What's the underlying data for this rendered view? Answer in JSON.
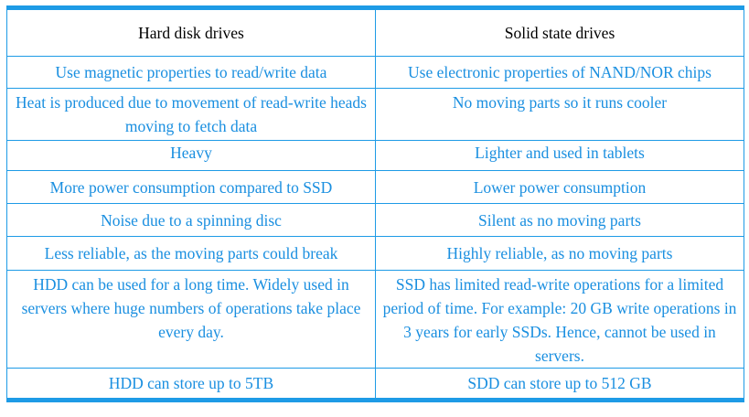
{
  "table": {
    "headers": [
      "Hard disk drives",
      "Solid state drives"
    ],
    "rows": [
      [
        "Use magnetic properties to read/write data",
        "Use electronic properties of NAND/NOR chips"
      ],
      [
        "Heat is produced due to movement of read-write heads moving to fetch data",
        "No moving parts so it runs cooler"
      ],
      [
        "Heavy",
        "Lighter and used in tablets"
      ],
      [
        "More power consumption compared to SSD",
        "Lower power consumption"
      ],
      [
        "Noise due to a spinning disc",
        "Silent as no moving parts"
      ],
      [
        "Less reliable, as the moving parts could break",
        "Highly reliable, as no moving parts"
      ],
      [
        "HDD can be used for a long time. Widely used in servers where huge numbers of operations take place every day.",
        "SSD has limited read-write operations for a limited period of time. For example: 20 GB write operations in 3 years for early SSDs. Hence, cannot be used in servers."
      ],
      [
        "HDD can store up to 5TB",
        "SDD can store up to 512 GB"
      ]
    ]
  },
  "colors": {
    "border": "#1e9be6",
    "body_text": "#1a8fe0",
    "header_text": "#000000"
  }
}
